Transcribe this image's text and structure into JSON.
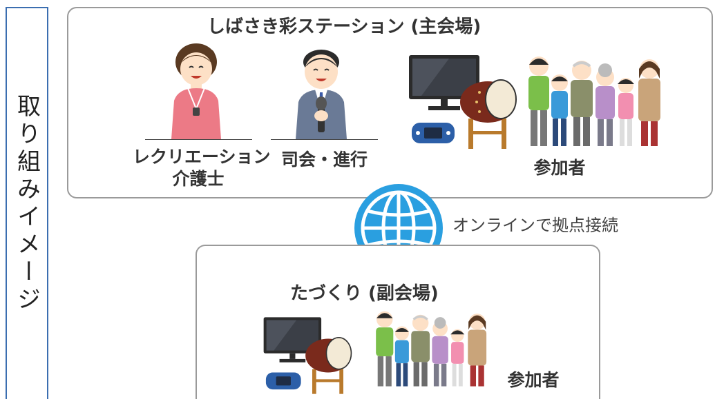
{
  "side_label": "取り組みイメージ",
  "main_venue": {
    "title": "しばさき彩ステーション (主会場)",
    "roles": [
      {
        "label_line1": "レクリエーション",
        "label_line2": "介護士"
      },
      {
        "label_line1": "司会・進行",
        "label_line2": ""
      },
      {
        "label_line1": "参加者",
        "label_line2": ""
      }
    ]
  },
  "connection": {
    "label": "オンラインで拠点接続",
    "icon": "globe-icon",
    "color": "#2a9fe0"
  },
  "sub_venue": {
    "title": "たづくり (副会場)",
    "participants_label": "参加者"
  },
  "colors": {
    "frame_blue": "#3b6eb0",
    "panel_border": "#9a9a9a"
  }
}
